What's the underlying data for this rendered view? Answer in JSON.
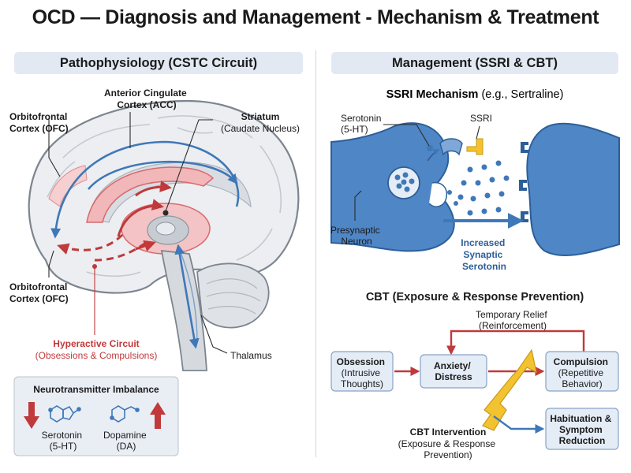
{
  "title": "OCD — Diagnosis and Management - Mechanism & Treatment",
  "left_panel": {
    "header": "Pathophysiology (CSTC Circuit)",
    "labels": {
      "ofc_top": [
        "Orbitofrontal",
        "Cortex (OFC)"
      ],
      "acc": [
        "Anterior Cingulate",
        "Cortex (ACC)"
      ],
      "striatum_title": "Striatum",
      "striatum_sub": "(Caudate Nucleus)",
      "ofc_bottom": [
        "Orbitofrontal",
        "Cortex (OFC)"
      ],
      "hyperactive_title": "Hyperactive Circuit",
      "hyperactive_sub": "(Obsessions & Compulsions)",
      "thalamus": "Thalamus"
    },
    "neurotransmitter_box": {
      "title": "Neurotransmitter Imbalance",
      "serotonin": [
        "Serotonin",
        "(5-HT)"
      ],
      "dopamine": [
        "Dopamine",
        "(DA)"
      ]
    }
  },
  "right_panel": {
    "header": "Management (SSRI & CBT)",
    "ssri": {
      "title_bold": "SSRI Mechanism",
      "title_rest": " (e.g., Sertraline)",
      "serotonin_label": [
        "Serotonin",
        "(5-HT)"
      ],
      "ssri_label": "SSRI",
      "presynaptic": [
        "Presynaptic",
        "Neuron"
      ],
      "increased": [
        "Increased",
        "Synaptic",
        "Serotonin"
      ]
    },
    "cbt": {
      "title": "CBT (Exposure & Response Prevention)",
      "relief": [
        "Temporary Relief",
        "(Reinforcement)"
      ],
      "obsession": [
        "Obsession",
        "(Intrusive",
        "Thoughts)"
      ],
      "anxiety": [
        "Anxiety/",
        "Distress"
      ],
      "compulsion": [
        "Compulsion",
        "(Repetitive",
        "Behavior)"
      ],
      "habituation": [
        "Habituation &",
        "Symptom",
        "Reduction"
      ],
      "intervention_title": "CBT Intervention",
      "intervention_sub": [
        "(Exposure & Response",
        "Prevention)"
      ]
    }
  },
  "colors": {
    "blue": "#3f78b8",
    "light_blue": "#6d9ed6",
    "red": "#c0393b",
    "yellow": "#f2c230",
    "box_fill": "#e4ecf6"
  }
}
